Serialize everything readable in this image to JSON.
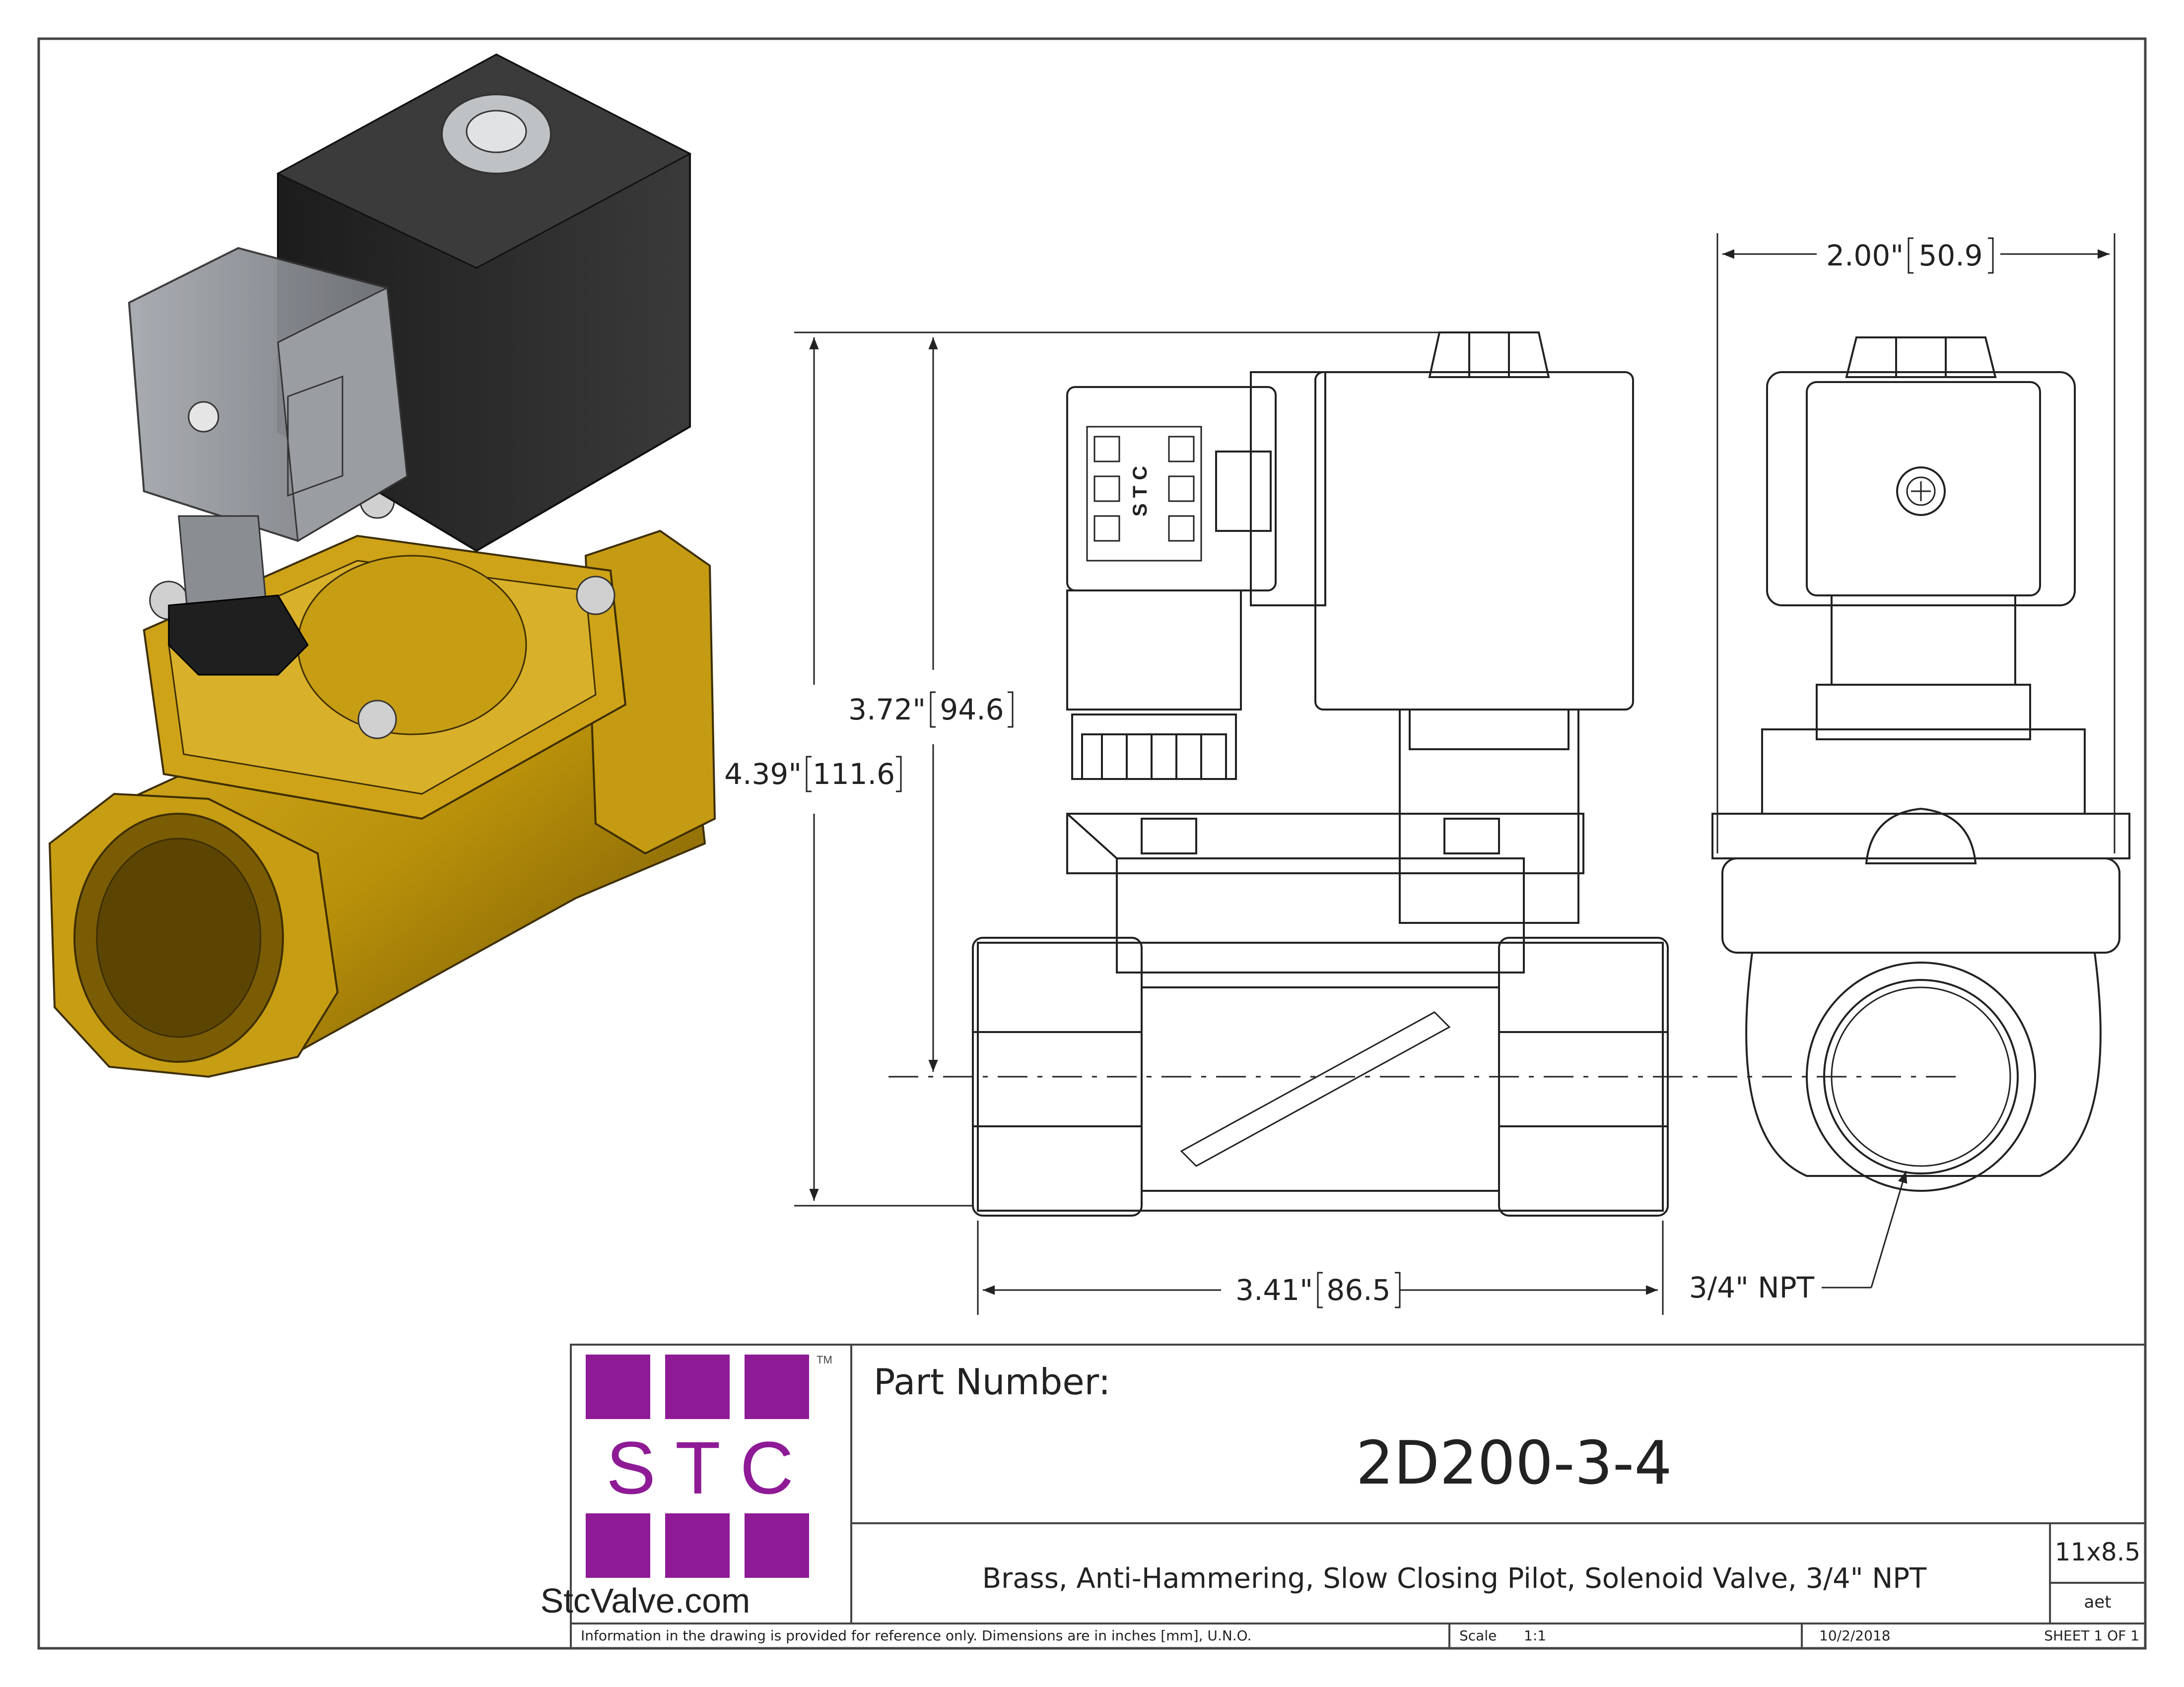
{
  "logo": {
    "brand": "S T C",
    "trademark": "TM",
    "website": "StcValve.com",
    "square_color": "#8e1a96",
    "text_color": "#8e1a96"
  },
  "front_view": {
    "badge_letters": "S T C"
  },
  "dimensions": {
    "width_right_view": "2.00\"",
    "width_right_view_mm": "50.9",
    "height_to_centerline": "3.72\"",
    "height_to_centerline_mm": "94.6",
    "overall_height": "4.39\"",
    "overall_height_mm": "111.6",
    "overall_length": "3.41\"",
    "overall_length_mm": "86.5",
    "port_callout": "3/4\" NPT"
  },
  "title_block": {
    "part_number_label": "Part Number:",
    "part_number": "2D200-3-4",
    "description": "Brass, Anti-Hammering, Slow Closing Pilot, Solenoid Valve, 3/4\" NPT",
    "sheet_size": "11x8.5",
    "drawn_by": "aet",
    "disclaimer": "Information in the drawing is provided for reference only. Dimensions are in inches [mm], U.N.O.",
    "scale_label": "Scale",
    "scale_value": "1:1",
    "date": "10/2/2018",
    "sheet": "SHEET 1 OF 1"
  },
  "colors": {
    "brass": "#b8900a",
    "brass_dark": "#7a5c05",
    "coil_black": "#2a2a2a",
    "connector_gray": "#8a8d92"
  }
}
